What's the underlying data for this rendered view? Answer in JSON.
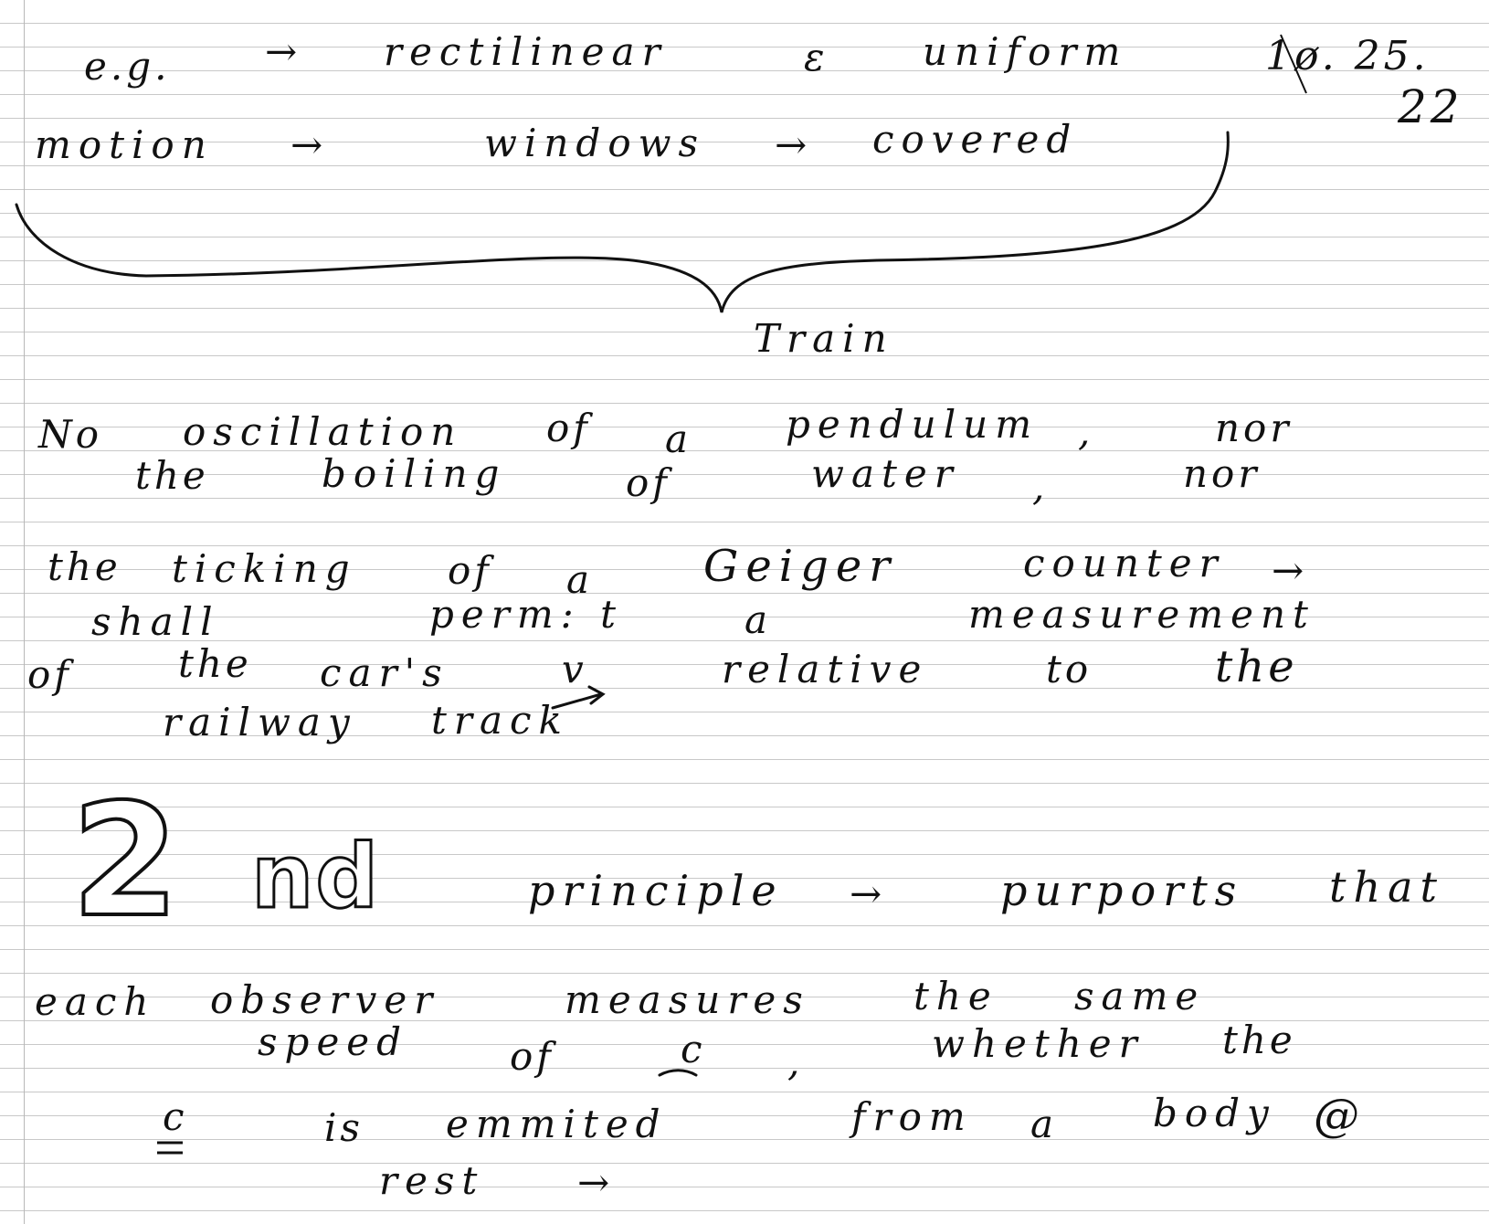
{
  "page": {
    "corner_date": {
      "line1": "1ø. 25.",
      "line2": "22"
    }
  },
  "notes": {
    "block1": {
      "eg": "e.g.",
      "arrow1": "→",
      "rectilinear": "rectilinear",
      "and": "ε",
      "uniform": "uniform",
      "motion": "motion",
      "arrow2": "→",
      "windows": "windows",
      "arrow3": "→",
      "covered": "covered",
      "brace_label": "Train"
    },
    "block2": {
      "no": "No",
      "oscillation": "oscillation",
      "of1": "of",
      "a1": "a",
      "pendulum": "pendulum",
      "comma1": ",",
      "nor1": "nor",
      "the1": "the",
      "boiling": "boiling",
      "of2": "of",
      "water": "water",
      "comma2": ",",
      "nor2": "nor",
      "the2": "the",
      "ticking": "ticking",
      "of3": "of",
      "a2": "a",
      "geiger": "Geiger",
      "counter": "counter",
      "arrow4": "→",
      "shall": "shall",
      "permit": "perm: t",
      "a3": "a",
      "measurement": "measurement",
      "of4": "of",
      "the3": "the",
      "cars": "car's",
      "v": "v",
      "relative": "relative",
      "to": "to",
      "the4": "the",
      "railway": "railway",
      "track": "track"
    },
    "block3": {
      "big_2": "2",
      "big_nd": "nd",
      "principle": "principle",
      "arrow5": "→",
      "purports": "purports",
      "that": "that",
      "each": "each",
      "observer": "observer",
      "measures": "measures",
      "the5": "the",
      "same": "same",
      "speed": "speed",
      "of5": "of",
      "c1": "c",
      "comma3": ",",
      "whether": "whether",
      "the6": "the",
      "c2": "c",
      "is": "is",
      "emmited": "emmited",
      "from": "from",
      "a4": "a",
      "body": "body",
      "at": "@",
      "rest": "rest",
      "arrow6": "→"
    }
  }
}
